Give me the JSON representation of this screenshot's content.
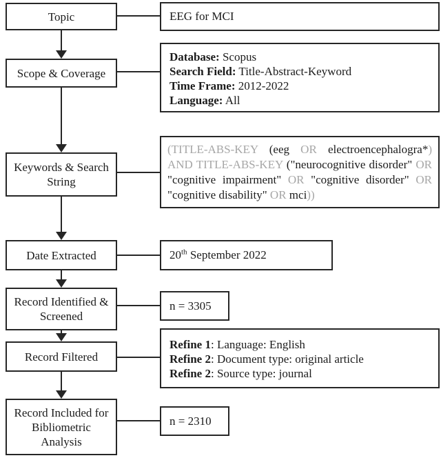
{
  "diagram": {
    "steps": [
      {
        "label": "Topic"
      },
      {
        "label": "Scope & Coverage"
      },
      {
        "label": "Keywords & Search\nString"
      },
      {
        "label": "Date Extracted"
      },
      {
        "label": "Record Identified &\nScreened"
      },
      {
        "label": "Record Filtered"
      },
      {
        "label": "Record Included for\nBibliometric\nAnalysis"
      }
    ],
    "topic_value": "EEG for MCI",
    "scope_coverage": {
      "lines": [
        {
          "label": "Database:",
          "value": " Scopus"
        },
        {
          "label": "Search Field:",
          "value": " Title-Abstract-Keyword"
        },
        {
          "label": "Time Frame:",
          "value": " 2012-2022"
        },
        {
          "label": "Language:",
          "value": " All"
        }
      ]
    },
    "search_string": {
      "segments": [
        {
          "text": "(TITLE-ABS-KEY ",
          "tone": "muted"
        },
        {
          "text": "(eeg",
          "tone": "ink"
        },
        {
          "text": " OR ",
          "tone": "muted"
        },
        {
          "text": "electroencephalogra*",
          "tone": "ink"
        },
        {
          "text": ") AND TITLE-ABS-KEY ",
          "tone": "muted"
        },
        {
          "text": "(\"neurocognitive disorder\"",
          "tone": "ink"
        },
        {
          "text": " OR ",
          "tone": "muted"
        },
        {
          "text": "\"cognitive impairment\"",
          "tone": "ink"
        },
        {
          "text": " OR ",
          "tone": "muted"
        },
        {
          "text": "\"cognitive disorder\"",
          "tone": "ink"
        },
        {
          "text": " OR ",
          "tone": "muted"
        },
        {
          "text": "\"cognitive disability\"",
          "tone": "ink"
        },
        {
          "text": " OR ",
          "tone": "muted"
        },
        {
          "text": "mci",
          "tone": "ink"
        },
        {
          "text": "))",
          "tone": "muted"
        }
      ]
    },
    "date_extracted": {
      "day": "20",
      "ordinal": "th",
      "rest": " September 2022"
    },
    "records_screened": "n = 3305",
    "refinements": {
      "lines": [
        {
          "label": "Refine 1",
          "rest": ": Language: English"
        },
        {
          "label": "Refine 2",
          "rest": ": Document type: original article"
        },
        {
          "label": "Refine 2",
          "rest": ": Source type: journal"
        }
      ]
    },
    "records_included": "n = 2310"
  },
  "colors": {
    "ink": "#1b1b1b",
    "muted": "#a6a6a6",
    "border": "#262626",
    "background": "#ffffff"
  }
}
